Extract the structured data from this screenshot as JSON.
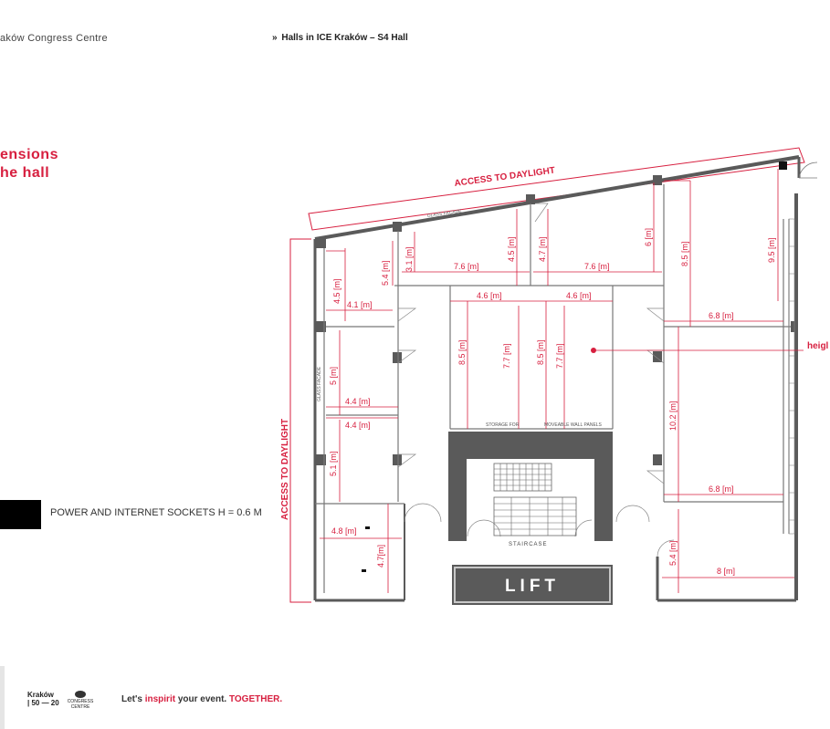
{
  "header": {
    "left_text": "aków Congress Centre",
    "marker": "»",
    "right_text": "Halls in ICE Kraków – S4 Hall"
  },
  "section": {
    "title_line1": "ensions",
    "title_line2": "he hall"
  },
  "legend": {
    "sockets_label": "POWER AND INTERNET SOCKETS H = 0.6 M"
  },
  "plan": {
    "access_top": "ACCESS TO DAYLIGHT",
    "access_left": "ACCESS TO DAYLIGHT",
    "glass_facade_top": "GLASS FACADE",
    "glass_facade_left": "GLASS FACADE",
    "height_label": "heigl",
    "storage_label": "STORAGE FOR",
    "wall_panels_label": "MOVEABLE WALL PANELS",
    "staircase_label": "STAIRCASE",
    "lift_label": "LIFT",
    "dims": {
      "d_3_1": "3.1 [m]",
      "d_5_4_top": "5.4 [m]",
      "d_4_5_left": "4.5 [m]",
      "d_4_1": "4.1 [m]",
      "d_7_6_a": "7.6 [m]",
      "d_7_6_b": "7.6 [m]",
      "d_4_5_mid": "4.5 [m]",
      "d_4_7_mid": "4.7 [m]",
      "d_4_6_a": "4.6 [m]",
      "d_4_6_b": "4.6 [m]",
      "d_6": "6 [m]",
      "d_8_5_right": "8.5 [m]",
      "d_9_5": "9.5 [m]",
      "d_6_8_top": "6.8 [m]",
      "d_5": "5 [m]",
      "d_8_5_a": "8.5 [m]",
      "d_7_7_a": "7.7 [m]",
      "d_8_5_b": "8.5 [m]",
      "d_7_7_b": "7.7 [m]",
      "d_4_4_a": "4.4 [m]",
      "d_4_4_b": "4.4 [m]",
      "d_5_1": "5.1 [m]",
      "d_10_2": "10.2 [m]",
      "d_6_8_bot": "6.8 [m]",
      "d_4_8": "4.8 [m]",
      "d_4_7_small": "4.7[m]",
      "d_5_4_bot": "5.4 [m]",
      "d_8": "8 [m]"
    }
  },
  "footer": {
    "logo1_line1": "Kraków",
    "logo1_line2": "| 50 — 20",
    "logo2_text": "CONGRESS CENTRE",
    "slogan_pre": "Let's ",
    "slogan_red1": "inspirit",
    "slogan_mid": " your event. ",
    "slogan_red2": "TOGETHER."
  },
  "colors": {
    "accent_red": "#d71f3f",
    "wall_grey": "#5a5a5a",
    "line_grey": "#888888"
  }
}
